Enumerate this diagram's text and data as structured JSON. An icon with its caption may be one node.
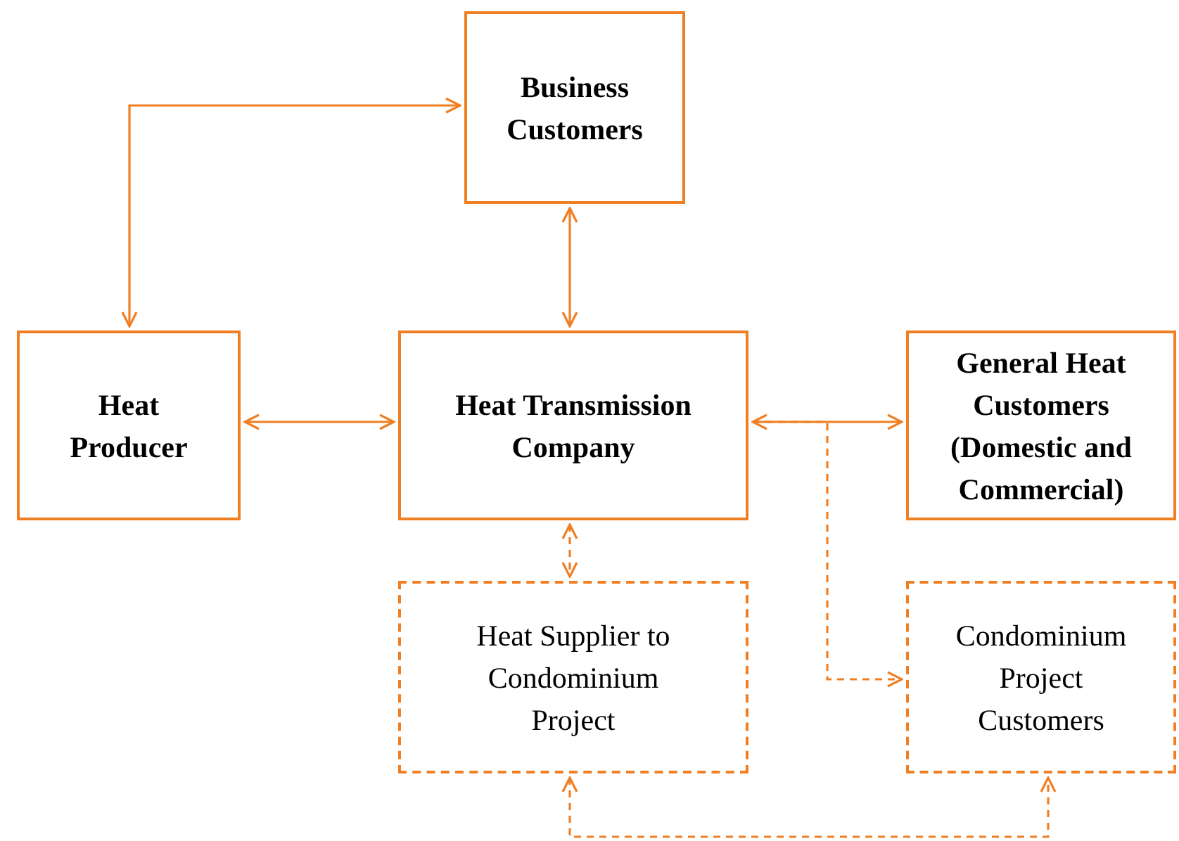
{
  "diagram": {
    "nodes": [
      {
        "text": [
          "Business Customers"
        ]
      },
      {
        "text": [
          "Heat Producer"
        ]
      },
      {
        "text": [
          "Heat Transmission Company"
        ]
      },
      {
        "text": [
          "General Heat Customers (Domestic and Commercial)"
        ]
      },
      {
        "text": [
          "Heat Supplier to Condominium Project"
        ]
      },
      {
        "text": [
          "Condominium Project Customers"
        ]
      }
    ],
    "edges": [
      {
        "from": 1,
        "to": 0,
        "arrow": "both"
      },
      {
        "from": 0,
        "to": 2,
        "arrow": "both"
      },
      {
        "from": 1,
        "to": 2,
        "arrow": "both"
      },
      {
        "from": 2,
        "to": 3,
        "arrow": "both"
      },
      {
        "from": 2,
        "to": 5,
        "arrow": "to",
        "style": "dashed"
      },
      {
        "from": 2,
        "to": 4,
        "arrow": "both",
        "style": "dashed"
      },
      {
        "from": 4,
        "to": 5,
        "arrow": "both",
        "style": "dashed"
      }
    ]
  }
}
